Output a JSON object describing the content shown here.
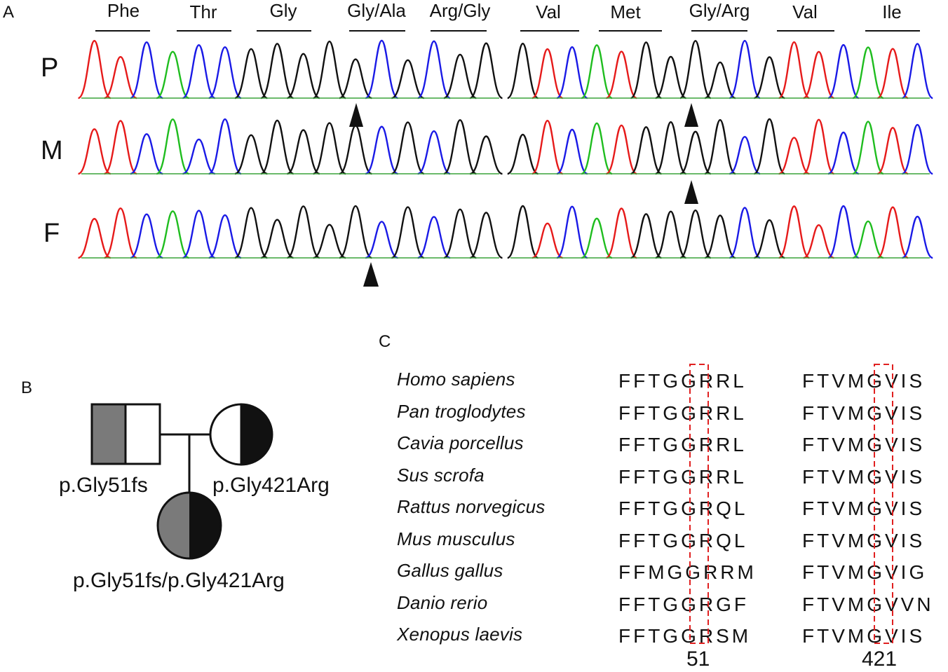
{
  "panel_a": {
    "letter": "A",
    "codons": [
      "Phe",
      "Thr",
      "Gly",
      "Gly/Ala",
      "Arg/Gly",
      "Val",
      "Met",
      "Gly/Arg",
      "Val",
      "Ile"
    ],
    "rows": [
      {
        "label": "P"
      },
      {
        "label": "M"
      },
      {
        "label": "F"
      }
    ],
    "trace_colors": {
      "A": "#1fbd1f",
      "C": "#1a1ae6",
      "G": "#111111",
      "T": "#e61a1a"
    },
    "left_bases": "TTCACCGGGGGCGCGG",
    "right_bases": "GTCATGGGGCGTTCATC"
  },
  "panel_b": {
    "letter": "B",
    "father_label": "p.Gly51fs",
    "mother_label": "p.Gly421Arg",
    "child_label": "p.Gly51fs/p.Gly421Arg"
  },
  "panel_c": {
    "letter": "C",
    "species": [
      {
        "name": "Homo sapiens",
        "seq1": "FFTGGRRL",
        "seq2": "FTVMGVIS"
      },
      {
        "name": "Pan troglodytes",
        "seq1": "FFTGGRRL",
        "seq2": "FTVMGVIS"
      },
      {
        "name": "Cavia porcellus",
        "seq1": "FFTGGRRL",
        "seq2": "FTVMGVIS"
      },
      {
        "name": "Sus scrofa",
        "seq1": "FFTGGRRL",
        "seq2": "FTVMGVIS"
      },
      {
        "name": "Rattus norvegicus",
        "seq1": "FFTGGRQL",
        "seq2": "FTVMGVIS"
      },
      {
        "name": "Mus musculus",
        "seq1": "FFTGGRQL",
        "seq2": "FTVMGVIS"
      },
      {
        "name": "Gallus gallus",
        "seq1": "FFMGGRRM",
        "seq2": "FTVMGVIG"
      },
      {
        "name": "Danio rerio",
        "seq1": "FFTGGRGF",
        "seq2": "FTVMGVVN"
      },
      {
        "name": "Xenopus laevis",
        "seq1": "FFTGGRSM",
        "seq2": "FTVMGVIS"
      }
    ],
    "pos1": "51",
    "pos2": "421",
    "highlight_color": "#e02020"
  }
}
